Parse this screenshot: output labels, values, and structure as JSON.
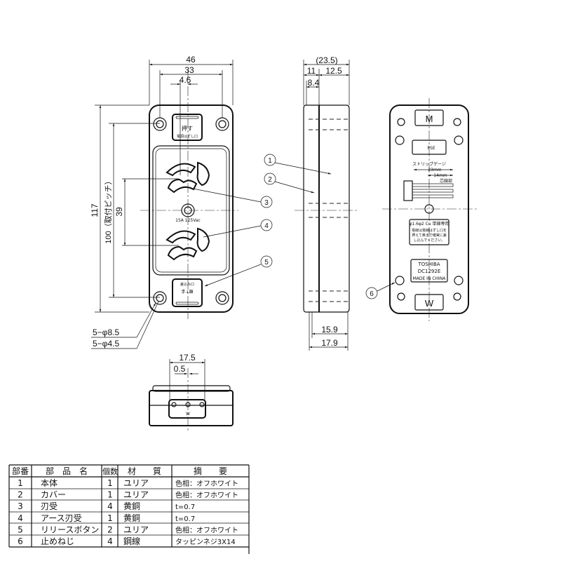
{
  "front_view": {
    "dims": {
      "width_overall": "46",
      "hole_pitch_x": "33",
      "offset": "4.6",
      "height_overall": "117",
      "mount_pitch": "100（取付ピッチ）",
      "outlet_pitch": "39",
      "hole_outer": "5−φ8.5",
      "hole_inner": "5−φ4.5"
    },
    "button_top_label": "押す",
    "button_top_sub": "電源はずし口",
    "rating": "15A 125Vac",
    "button_bottom_label": "差込み口",
    "button_bottom_sub": "手↓離"
  },
  "side_view": {
    "dims": {
      "depth_total": "(23.5)",
      "front_part": "11",
      "rear_part": "12.5",
      "inner": "8.4",
      "d1": "15.9",
      "d2": "17.9"
    }
  },
  "back_view": {
    "top_mark": "M",
    "bottom_mark": "W",
    "cert_mark": "PSE",
    "strip_gauge_title": "ストリップゲージ",
    "strip_23": "23mm",
    "strip_14": "14mm",
    "strip_note": "芯線部",
    "wire_spec": "φ1.6φ2 Cu 単線専用",
    "wire_note_1": "電線は電線はずし口を",
    "wire_note_2": "押えて奥まで確実に差",
    "wire_note_3": "し込んでください。",
    "brand": "TOSHIBA",
    "model": "DC1292E",
    "origin": "MADE IN CHINA"
  },
  "bottom_view": {
    "dims": {
      "width": "17.5",
      "offset": "0.5"
    },
    "mark": "W"
  },
  "callouts": [
    "1",
    "2",
    "3",
    "4",
    "5",
    "6"
  ],
  "parts_table": {
    "headers": [
      "部番",
      "部　品　名",
      "個数",
      "材　　質",
      "摘　　要"
    ],
    "rows": [
      [
        "1",
        "本体",
        "1",
        "ユリア",
        "色相：オフホワイト"
      ],
      [
        "2",
        "カバー",
        "1",
        "ユリア",
        "色相：オフホワイト"
      ],
      [
        "3",
        "刃受",
        "4",
        "黄銅",
        "t=0.7"
      ],
      [
        "4",
        "アース刃受",
        "1",
        "黄銅",
        "t=0.7"
      ],
      [
        "5",
        "リリースボタン",
        "2",
        "ユリア",
        "色相：オフホワイト"
      ],
      [
        "6",
        "止めねじ",
        "4",
        "鋼線",
        "タッピンネジ3X14"
      ]
    ]
  }
}
